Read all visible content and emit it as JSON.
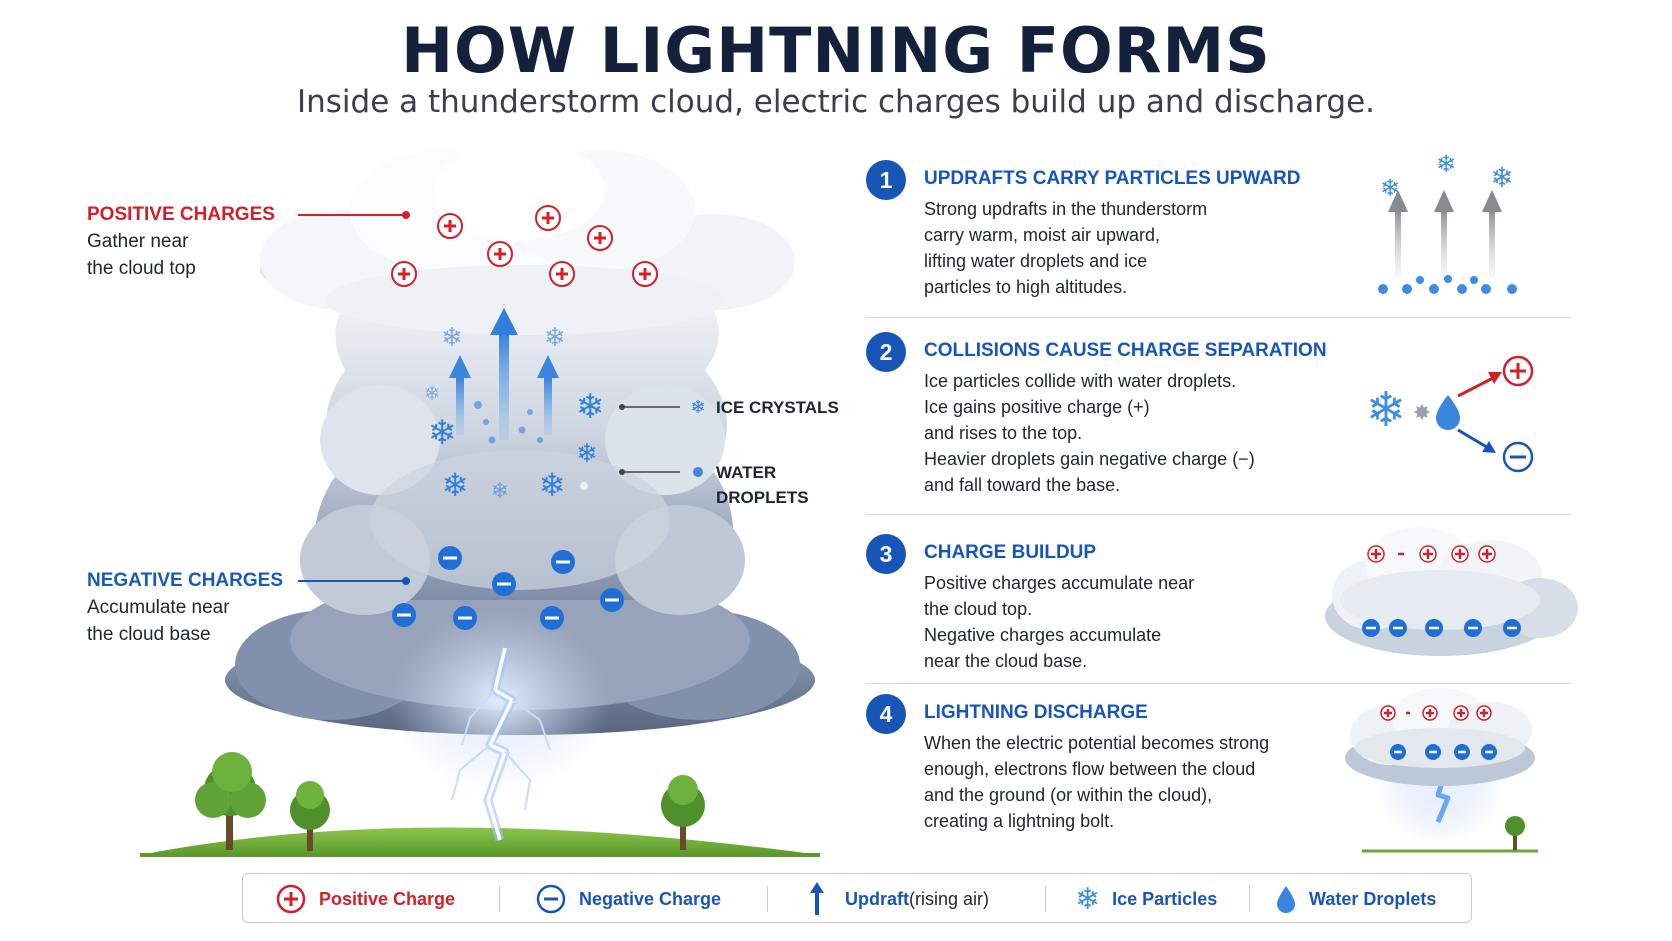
{
  "title": "HOW LIGHTNING FORMS",
  "subtitle": "Inside a thunderstorm cloud, electric charges build up and discharge.",
  "left": {
    "positive": {
      "title": "POSITIVE CHARGES",
      "line1": "Gather near",
      "line2": "the cloud top"
    },
    "negative": {
      "title": "NEGATIVE CHARGES",
      "line1": "Accumulate near",
      "line2": "the cloud base"
    },
    "ice_label": "ICE CRYSTALS",
    "water_label_1": "WATER",
    "water_label_2": "DROPLETS"
  },
  "steps": [
    {
      "num": "1",
      "title": "UPDRAFTS CARRY PARTICLES UPWARD",
      "lines": [
        "Strong updrafts in the thunderstorm",
        "carry warm, moist air upward,",
        "lifting water droplets and ice",
        "particles to high altitudes."
      ]
    },
    {
      "num": "2",
      "title": "COLLISIONS CAUSE CHARGE SEPARATION",
      "lines": [
        "Ice particles collide with water droplets.",
        "Ice gains positive charge (+)",
        "and rises to the top.",
        "Heavier droplets gain negative charge (−)",
        "and fall toward the base."
      ]
    },
    {
      "num": "3",
      "title": "CHARGE BUILDUP",
      "lines": [
        "Positive charges accumulate near",
        "the cloud top.",
        "Negative charges accumulate",
        "near the cloud base."
      ]
    },
    {
      "num": "4",
      "title": "LIGHTNING DISCHARGE",
      "lines": [
        "When the electric potential becomes strong",
        "enough, electrons flow between the cloud",
        "and the ground (or within the cloud),",
        "creating a lightning bolt."
      ]
    }
  ],
  "legend": {
    "positive": "Positive Charge",
    "negative": "Negative Charge",
    "updraft_main": "Updraft",
    "updraft_note": " (rising air)",
    "ice": "Ice Particles",
    "water": "Water Droplets"
  },
  "colors": {
    "positive": "#d2202a",
    "negative": "#1756b6",
    "title": "#14213d",
    "accent": "#1756b6"
  }
}
